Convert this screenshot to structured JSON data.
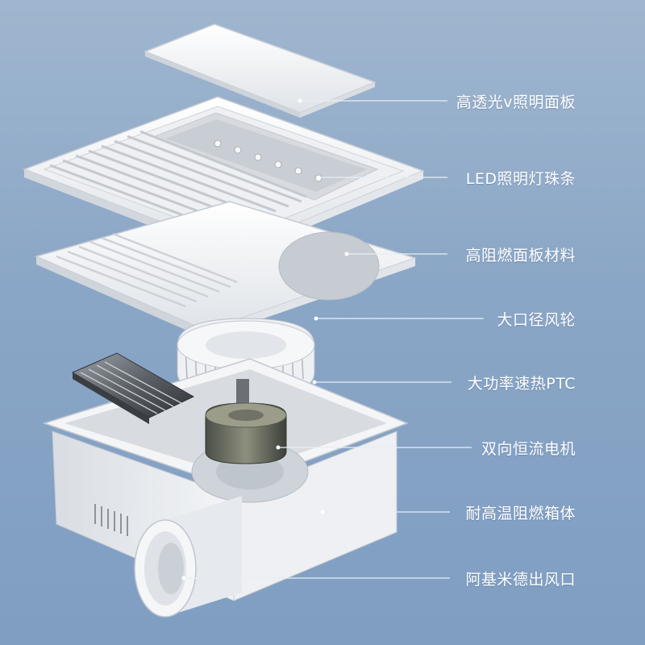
{
  "callouts": [
    {
      "text": "高透光v照明面板"
    },
    {
      "text": "LED照明灯珠条"
    },
    {
      "text": "高阻燃面板材料"
    },
    {
      "text": "大口径风轮"
    },
    {
      "text": "大功率速热PTC"
    },
    {
      "text": "双向恒流电机"
    },
    {
      "text": "耐高温阻燃箱体"
    },
    {
      "text": "阿基米德出风口"
    }
  ],
  "colors": {
    "background": "#8aa6c6",
    "parts": "#f2f4f6",
    "leader_line": "#e8eef5"
  }
}
